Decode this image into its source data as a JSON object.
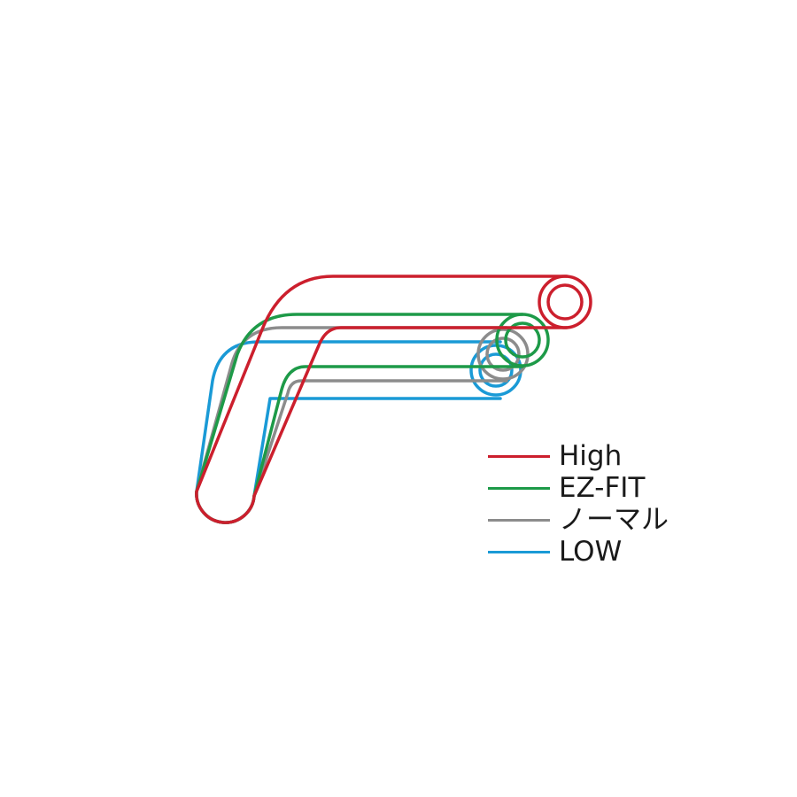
{
  "diagram": {
    "series": [
      {
        "key": "high",
        "label": "High",
        "color": "#cc1f2d"
      },
      {
        "key": "ezfit",
        "label": "EZ-FIT",
        "color": "#1d9a48"
      },
      {
        "key": "normal",
        "label": "ノーマル",
        "color": "#8c8c8c"
      },
      {
        "key": "low",
        "label": "LOW",
        "color": "#1a9ad6"
      }
    ]
  }
}
